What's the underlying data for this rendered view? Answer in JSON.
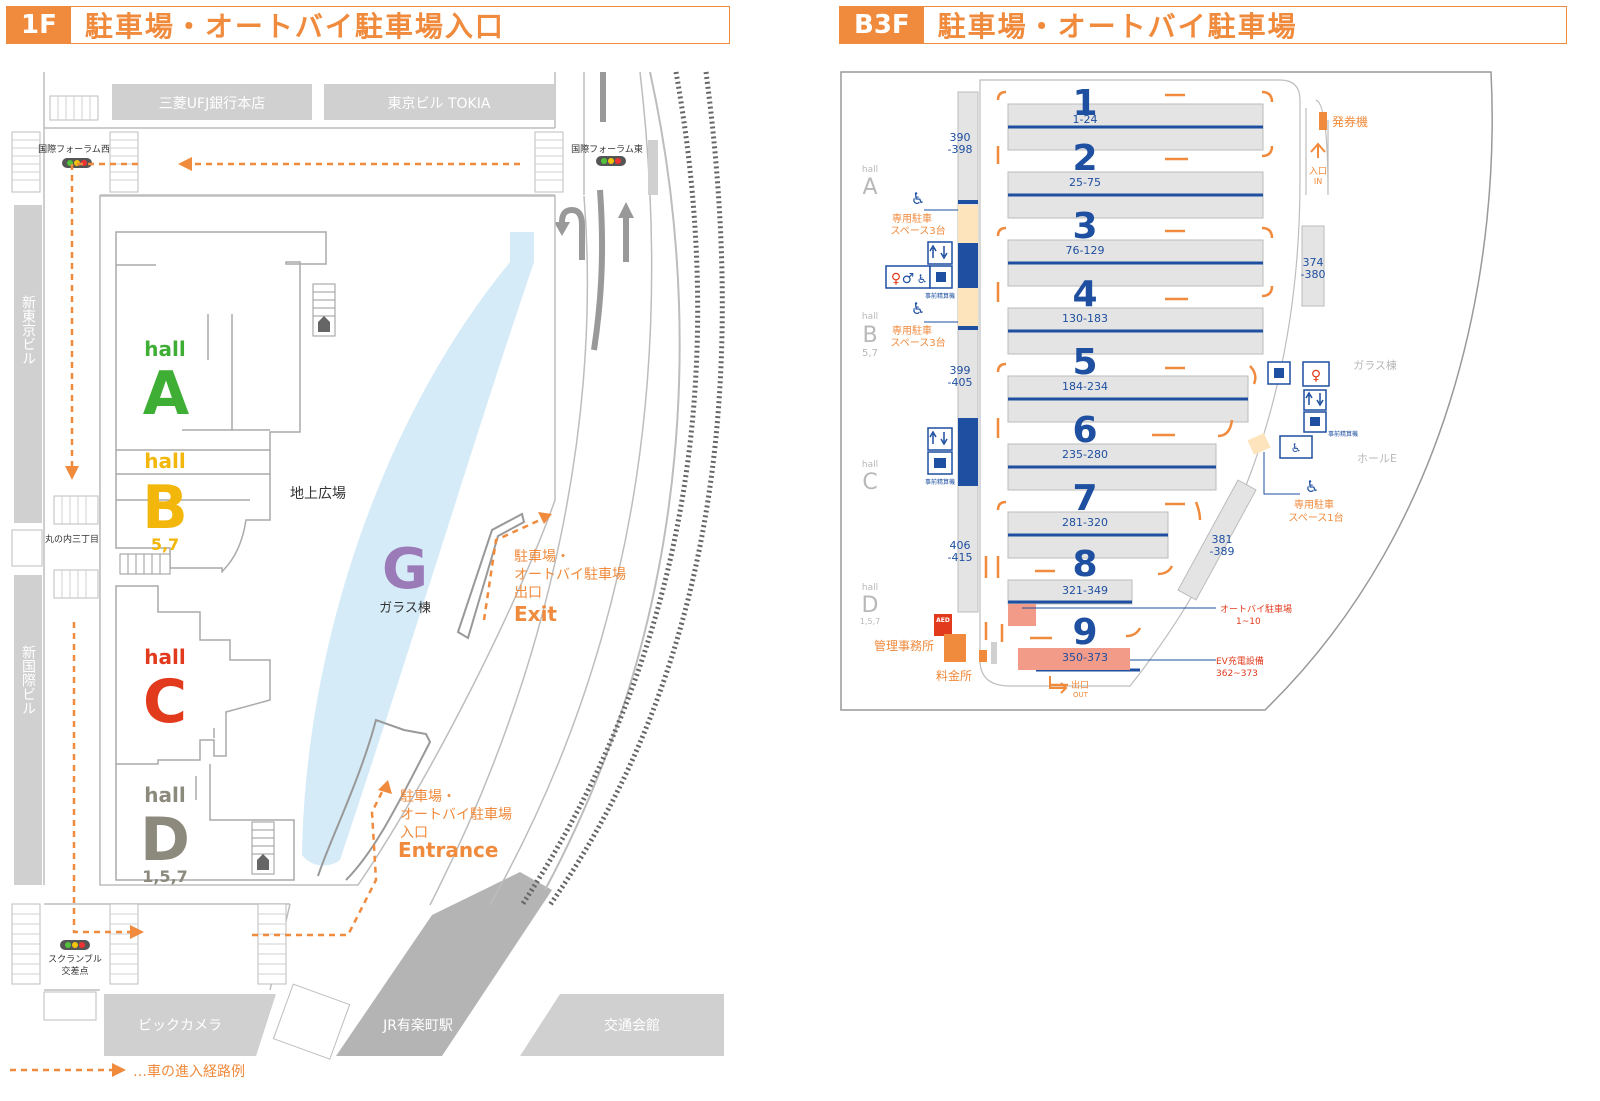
{
  "header_1f": {
    "floor": "1F",
    "title": "駐車場・オートバイ駐車場入口"
  },
  "header_b3f": {
    "floor": "B3F",
    "title": "駐車場・オートバイ駐車場"
  },
  "map_1f": {
    "buildings": {
      "mufg": "三菱UFJ銀行本店",
      "tokia": "東京ビル TOKIA",
      "shin_tokyo": "新東京ビル",
      "shin_kokusai": "新国際ビル",
      "bic_camera": "ビックカメラ",
      "jr_yurakucho": "JR有楽町駅",
      "kotsu_kaikan": "交通会館"
    },
    "signals": {
      "forum_west": "国際フォーラム西",
      "forum_east": "国際フォーラム東",
      "marunouchi_3": "丸の内三丁目",
      "scramble_1": "スクランブル",
      "scramble_2": "交差点"
    },
    "halls": {
      "hall_word": "hall",
      "a": "A",
      "b": "B",
      "b_floors": "5,7",
      "c": "C",
      "d": "D",
      "d_floors": "1,5,7",
      "g": "G",
      "g_name": "ガラス棟"
    },
    "plaza": "地上広場",
    "exit": {
      "line1": "駐車場・",
      "line2": "オートバイ駐車場",
      "line3": "出口",
      "label": "Exit"
    },
    "entrance": {
      "line1": "駐車場・",
      "line2": "オートバイ駐車場",
      "line3": "入口",
      "label": "Entrance"
    },
    "legend": "…車の進入経路例"
  },
  "map_b3f": {
    "rows": [
      {
        "number": "1",
        "range": "1-24"
      },
      {
        "number": "2",
        "range": "25-75"
      },
      {
        "number": "3",
        "range": "76-129"
      },
      {
        "number": "4",
        "range": "130-183"
      },
      {
        "number": "5",
        "range": "184-234"
      },
      {
        "number": "6",
        "range": "235-280"
      },
      {
        "number": "7",
        "range": "281-320"
      },
      {
        "number": "8",
        "range": "321-349"
      },
      {
        "number": "9",
        "range": "350-373"
      }
    ],
    "side_ranges": {
      "r390_a": "390",
      "r390_b": "-398",
      "r399_a": "399",
      "r399_b": "-405",
      "r406_a": "406",
      "r406_b": "-415",
      "r374_a": "374",
      "r374_b": "-380",
      "r381_a": "381",
      "r381_b": "-389"
    },
    "halls": {
      "hall_word": "hall",
      "a": "A",
      "b": "B",
      "b_floors": "5,7",
      "c": "C",
      "d": "D",
      "d_floors": "1,5,7"
    },
    "labels": {
      "ticket_machine": "発券機",
      "entrance_1": "入口",
      "entrance_2": "IN",
      "accessible_1": "専用駐車",
      "accessible_3": "スペース3台",
      "accessible_single": "スペース1台",
      "prepay": "事前精算機",
      "glass_building": "ガラス棟",
      "hall_e": "ホールE",
      "moto_1": "オートバイ駐車場",
      "moto_2": "1~10",
      "ev_1": "EV充電設備",
      "ev_2": "362~373",
      "office": "管理事務所",
      "aed": "AED",
      "toll": "料金所",
      "exit_1": "出口",
      "exit_2": "OUT"
    }
  }
}
